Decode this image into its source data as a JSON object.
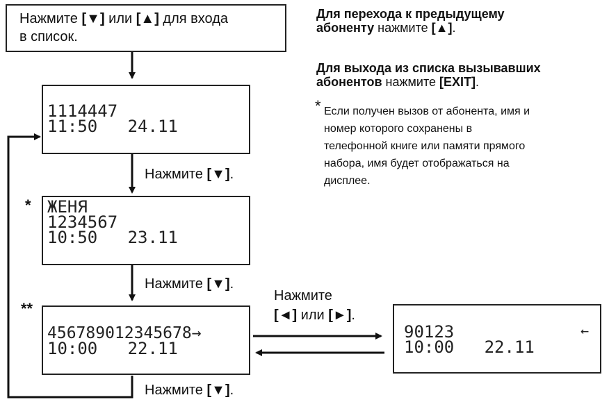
{
  "instruction_box": {
    "line1_a": "Нажмите ",
    "line1_b": "[▼]",
    "line1_c": " или ",
    "line1_d": "[▲]",
    "line1_e": " для входа",
    "line2": "в список."
  },
  "screen1": {
    "line1": "1114447",
    "line2": "11:50   24.11"
  },
  "screen2": {
    "star": "*",
    "line1": "ЖЕНЯ",
    "line2": "1234567",
    "line3": "10:50   23.11"
  },
  "screen3": {
    "star": "**",
    "line1": "456789012345678→",
    "line2": "10:00   22.11"
  },
  "screen4": {
    "line1": "90123",
    "arrow": "←",
    "line2": "10:00   22.11"
  },
  "press_down": {
    "text": "Нажмите ",
    "key": "[▼]",
    "end": "."
  },
  "press_lr": {
    "line1": "Нажмите",
    "key_left": "[◄]",
    "or": " или ",
    "key_right": "[►]",
    "end": "."
  },
  "right_text": {
    "prev_bold": "Для перехода к предыдущему",
    "prev_bold2": "абоненту",
    "prev_rest": " нажмите ",
    "prev_key": "[▲]",
    "prev_end": ".",
    "exit_bold": "Для выхода из списка вызывавших",
    "exit_bold2": "абонентов",
    "exit_rest": " нажмите ",
    "exit_key": "[EXIT]",
    "exit_end": ".",
    "note_star": "*",
    "note_lines": [
      "Если получен вызов от абонента, имя и",
      "номер которого сохранены в",
      "телефонной книге или памяти прямого",
      "набора, имя будет отображаться на",
      "дисплее."
    ]
  }
}
